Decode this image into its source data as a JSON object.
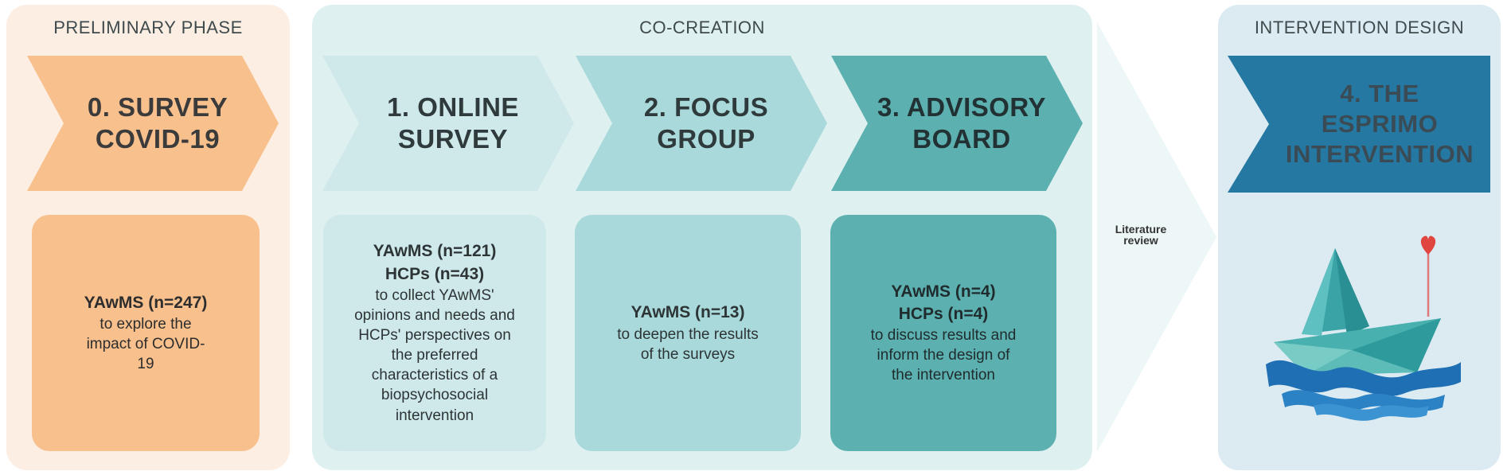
{
  "colors": {
    "preliminary_bg": "#fdeee3",
    "cocreation_bg": "#dff0f0",
    "design_bg": "#dcebf2",
    "orange": "#f8c08d",
    "teal_light": "#cfe9ea",
    "teal_mid": "#a9d9da",
    "teal_dark": "#5cb1b0",
    "blue": "#2478a2",
    "big_arrow": "#eef7f7"
  },
  "phases": {
    "preliminary": {
      "title": "PRELIMINARY PHASE"
    },
    "cocreation": {
      "title": "CO-CREATION"
    },
    "design": {
      "title": "INTERVENTION DESIGN"
    }
  },
  "steps": [
    {
      "label": "0. SURVEY\nCOVID-19",
      "participants": [
        "YAwMS (n=247)"
      ],
      "description": "to explore the\nimpact of COVID-\n19"
    },
    {
      "label": "1. ONLINE\nSURVEY",
      "participants": [
        "YAwMS (n=121)",
        "HCPs (n=43)"
      ],
      "description": "to collect YAwMS'\nopinions and needs and\nHCPs' perspectives on\nthe preferred\ncharacteristics of a\nbiopsychosocial\nintervention"
    },
    {
      "label": "2. FOCUS\nGROUP",
      "participants": [
        "YAwMS (n=13)"
      ],
      "description": "to deepen the results\nof the surveys"
    },
    {
      "label": "3. ADVISORY\nBOARD",
      "participants": [
        "YAwMS (n=4)",
        "HCPs (n=4)"
      ],
      "description": "to discuss results and\ninform the design of\nthe intervention"
    },
    {
      "label": "4. THE\nESPRIMO\nINTERVENTION"
    }
  ],
  "literature": "Literature\nreview",
  "icons": {
    "boat": "paper-boat-icon"
  }
}
